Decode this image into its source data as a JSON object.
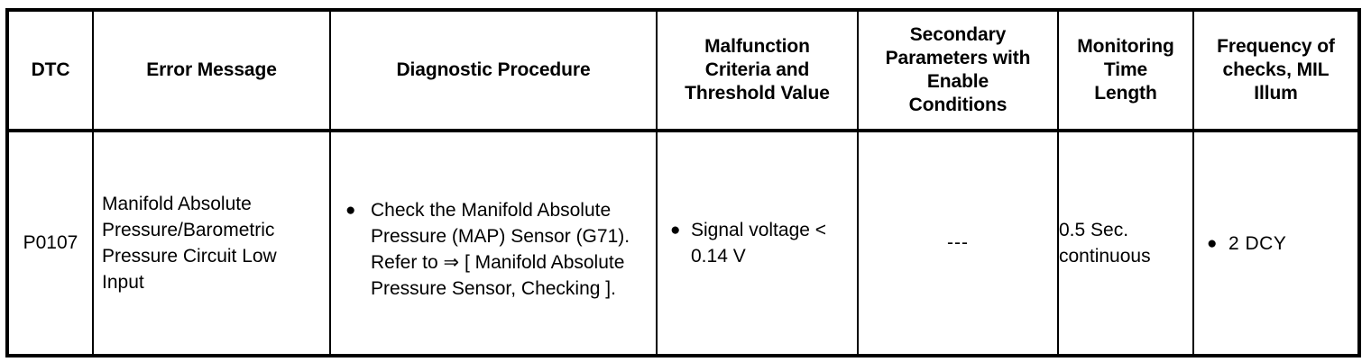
{
  "table": {
    "columns": [
      {
        "key": "dtc",
        "label": "DTC"
      },
      {
        "key": "err",
        "label": "Error Message"
      },
      {
        "key": "diag",
        "label": "Diagnostic Procedure"
      },
      {
        "key": "malf",
        "label": "Malfunction\nCriteria and\nThreshold Value"
      },
      {
        "key": "sec",
        "label": "Secondary\nParameters with\nEnable\nConditions"
      },
      {
        "key": "mon",
        "label": "Monitoring\nTime\nLength"
      },
      {
        "key": "freq",
        "label": "Frequency of\nchecks, MIL\nIllum"
      }
    ],
    "headers": {
      "dtc": "DTC",
      "err": "Error Message",
      "diag": "Diagnostic Procedure",
      "malf_line1": "Malfunction",
      "malf_line2": "Criteria and",
      "malf_line3": "Threshold Value",
      "sec_line1": "Secondary",
      "sec_line2": "Parameters with",
      "sec_line3": "Enable",
      "sec_line4": "Conditions",
      "mon_line1": "Monitoring",
      "mon_line2": "Time",
      "mon_line3": "Length",
      "freq_line1": "Frequency of",
      "freq_line2": "checks, MIL",
      "freq_line3": "Illum"
    },
    "rows": [
      {
        "dtc": "P0107",
        "error_message": "Manifold Absolute Pressure/Barometric Pressure Circuit Low Input",
        "diagnostic_procedure_bullets": [
          "Check the Manifold Absolute Pressure (MAP) Sensor (G71). Refer to ⇒ [ Manifold Absolute Pressure Sensor, Checking ]."
        ],
        "malfunction_criteria_bullets": [
          "Signal voltage < 0.14 V"
        ],
        "secondary_parameters": "---",
        "monitoring_time_length": "0.5 Sec. continuous",
        "frequency_checks_bullets": [
          "2 DCY"
        ]
      }
    ],
    "bullet_glyph": "●"
  },
  "colors": {
    "border": "#000000",
    "text": "#000000",
    "background": "#ffffff"
  }
}
